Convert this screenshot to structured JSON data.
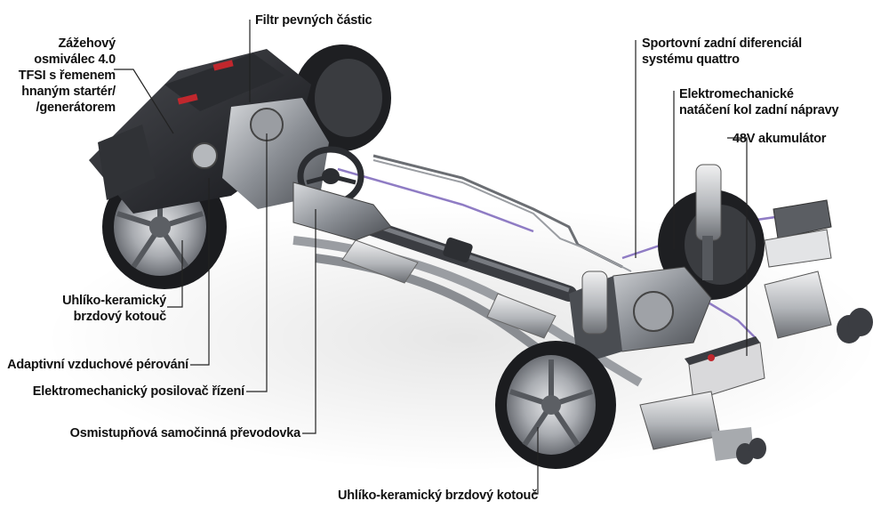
{
  "labels": {
    "dpf": "Filtr pevných částic",
    "engine": "Zážehový\nosmiválec 4.0\nTFSI s řemenem\nhnaným startér/\n/generátorem",
    "diff": "Sportovní zadní diferenciál\nsystému quattro",
    "rear_steer": "Elektromechanické\nnatáčení kol zadní nápravy",
    "battery": "48V akumulátor",
    "front_brake": "Uhlíko-keramický\nbrzdový kotouč",
    "air_susp": "Adaptivní vzduchové pérování",
    "steering": "Elektromechanický posilovač řízení",
    "gearbox": "Osmistupňová samočinná převodovka",
    "rear_brake": "Uhlíko-keramický brzdový kotouč"
  },
  "colors": {
    "text": "#111111",
    "leader": "#222222",
    "metal": "#8a8d92",
    "dark": "#2b2d31",
    "tire": "#1a1a1c",
    "wiring": "#8f7cc4",
    "accent_red": "#c0272d"
  }
}
